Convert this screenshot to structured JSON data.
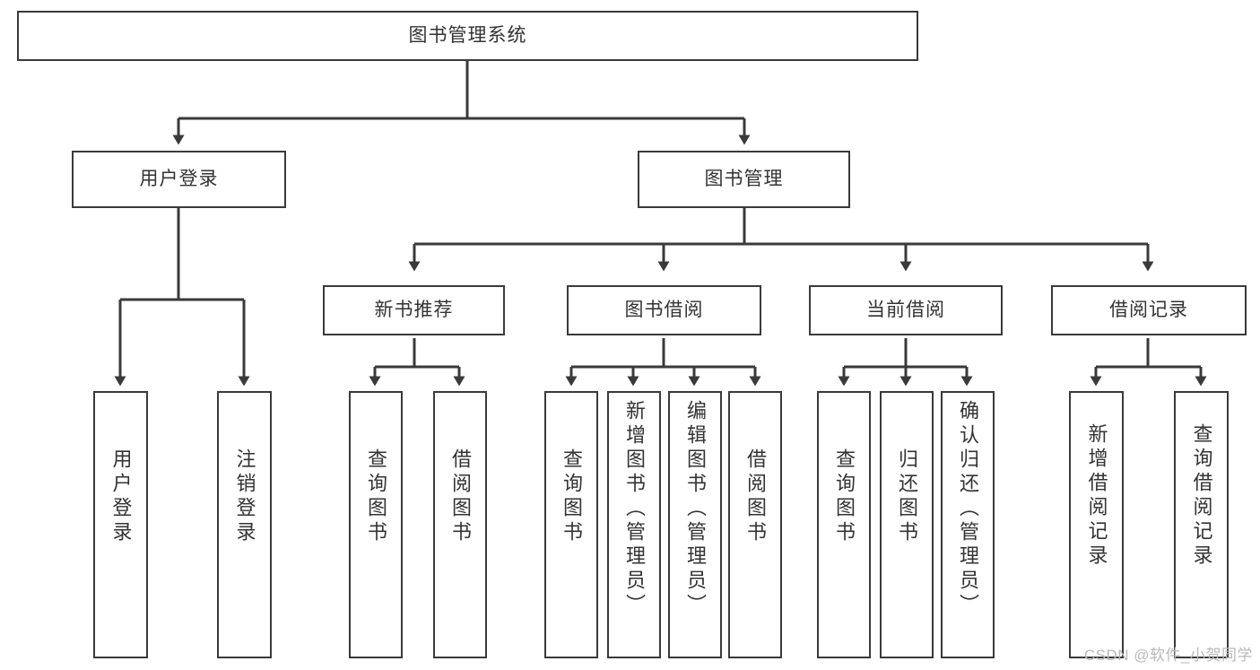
{
  "diagram": {
    "type": "tree",
    "title": "图书管理系统",
    "root": {
      "id": "root",
      "label": "图书管理系统",
      "orientation": "horizontal"
    },
    "level1": [
      {
        "id": "user-login",
        "label": "用户登录",
        "orientation": "horizontal"
      },
      {
        "id": "book-manage",
        "label": "图书管理",
        "orientation": "horizontal"
      }
    ],
    "level2": [
      {
        "id": "new-book-recommend",
        "label": "新书推荐",
        "orientation": "horizontal",
        "parent": "book-manage"
      },
      {
        "id": "book-borrow",
        "label": "图书借阅",
        "orientation": "horizontal",
        "parent": "book-manage"
      },
      {
        "id": "current-borrow",
        "label": "当前借阅",
        "orientation": "horizontal",
        "parent": "book-manage"
      },
      {
        "id": "borrow-record",
        "label": "借阅记录",
        "orientation": "horizontal",
        "parent": "book-manage"
      }
    ],
    "leaves": [
      {
        "id": "leaf-user-login",
        "label": "用户登录",
        "parent": "user-login"
      },
      {
        "id": "leaf-logout-login",
        "label": "注销登录",
        "parent": "user-login"
      },
      {
        "id": "leaf-query-book-1",
        "label": "查询图书",
        "parent": "new-book-recommend"
      },
      {
        "id": "leaf-borrow-book-1",
        "label": "借阅图书",
        "parent": "new-book-recommend"
      },
      {
        "id": "leaf-query-book-2",
        "label": "查询图书",
        "parent": "book-borrow"
      },
      {
        "id": "leaf-add-book",
        "label": "新增图书（管理员）",
        "parent": "book-borrow"
      },
      {
        "id": "leaf-edit-book",
        "label": "编辑图书（管理员）",
        "parent": "book-borrow"
      },
      {
        "id": "leaf-borrow-book-2",
        "label": "借阅图书",
        "parent": "book-borrow"
      },
      {
        "id": "leaf-query-book-3",
        "label": "查询图书",
        "parent": "current-borrow"
      },
      {
        "id": "leaf-return-book",
        "label": "归还图书",
        "parent": "current-borrow"
      },
      {
        "id": "leaf-confirm-return",
        "label": "确认归还（管理员）",
        "parent": "current-borrow"
      },
      {
        "id": "leaf-add-record",
        "label": "新增借阅记录",
        "parent": "borrow-record"
      },
      {
        "id": "leaf-query-record",
        "label": "查询借阅记录",
        "parent": "borrow-record"
      }
    ],
    "colors": {
      "stroke": "#3a3a3a",
      "text": "#333333",
      "background": "#ffffff",
      "watermark": "#b9b9b9"
    }
  },
  "watermark": {
    "text": "CSDN @软件_小贺同学"
  }
}
